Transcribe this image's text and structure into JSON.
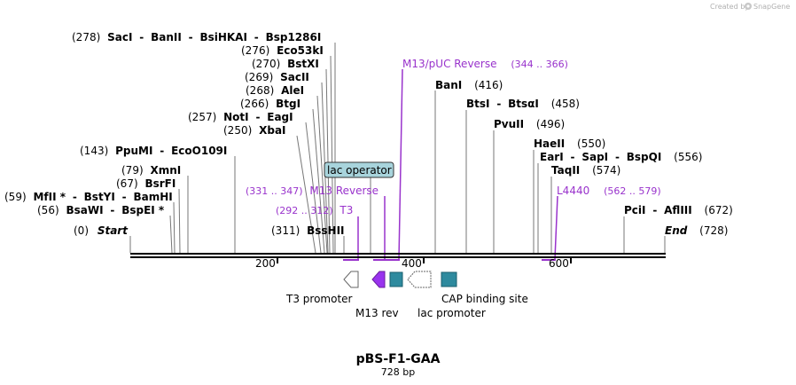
{
  "credit": {
    "text": "Created by",
    "brand": "SnapGene"
  },
  "plasmid": {
    "name": "pBS-F1-GAA",
    "size_label": "728 bp"
  },
  "ruler": {
    "ticks": [
      "200",
      "400",
      "600"
    ]
  },
  "sites": {
    "s278": {
      "pos": "(278)",
      "names": [
        "SacI",
        "BanII",
        "BsiHKAI",
        "Bsp1286I"
      ]
    },
    "s276": {
      "pos": "(276)",
      "name": "Eco53kI"
    },
    "s270": {
      "pos": "(270)",
      "name": "BstXI"
    },
    "s269": {
      "pos": "(269)",
      "name": "SacII"
    },
    "s268": {
      "pos": "(268)",
      "name": "AleI"
    },
    "s266": {
      "pos": "(266)",
      "name": "BtgI"
    },
    "s257": {
      "pos": "(257)",
      "names": [
        "NotI",
        "EagI"
      ]
    },
    "s250": {
      "pos": "(250)",
      "name": "XbaI"
    },
    "s143": {
      "pos": "(143)",
      "names": [
        "PpuMI",
        "EcoO109I"
      ]
    },
    "s79": {
      "pos": "(79)",
      "name": "XmnI"
    },
    "s67": {
      "pos": "(67)",
      "name": "BsrFI"
    },
    "s59": {
      "pos": "(59)",
      "names": [
        "MfII *",
        "BstYI",
        "BamHI"
      ]
    },
    "s56": {
      "pos": "(56)",
      "names": [
        "BsaWI",
        "BspEI *"
      ]
    },
    "s0": {
      "pos": "(0)",
      "name": "Start"
    },
    "s311": {
      "pos": "(311)",
      "name": "BssHII"
    },
    "s416": {
      "pos": "(416)",
      "name": "BanI"
    },
    "s458": {
      "pos": "(458)",
      "names": [
        "BtsI",
        "BtsαI"
      ]
    },
    "s496": {
      "pos": "(496)",
      "name": "PvuII"
    },
    "s550": {
      "pos": "(550)",
      "name": "HaeII"
    },
    "s556": {
      "pos": "(556)",
      "names": [
        "EarI",
        "SapI",
        "BspQI"
      ]
    },
    "s574": {
      "pos": "(574)",
      "name": "TaqII"
    },
    "s672": {
      "pos": "(672)",
      "names": [
        "PciI",
        "AflIII"
      ]
    },
    "s728": {
      "pos": "(728)",
      "name": "End"
    }
  },
  "primers": {
    "m13puc": {
      "name": "M13/pUC Reverse",
      "range": "(344 .. 366)"
    },
    "m13rev": {
      "name": "M13 Reverse",
      "range": "(331 .. 347)"
    },
    "t3": {
      "name": "T3",
      "range": "(292 .. 312)"
    },
    "l4440": {
      "name": "L4440",
      "range": "(562 .. 579)"
    }
  },
  "features": {
    "lac_operator": "lac operator",
    "t3_promoter": "T3 promoter",
    "m13_rev": "M13 rev",
    "lac_promoter": "lac promoter",
    "cap_site": "CAP binding site"
  },
  "colors": {
    "primer": "#9933cc",
    "feature_teal": "#2e8a9e",
    "operator_box": "#a8d4dc",
    "m13_rev_fill": "#9933ee"
  }
}
